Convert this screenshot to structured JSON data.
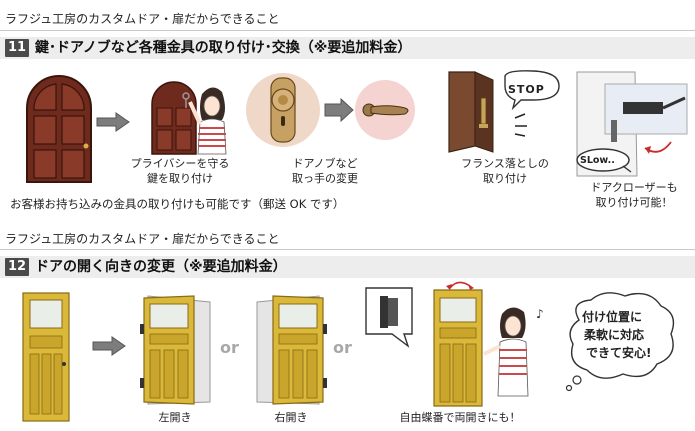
{
  "section1": {
    "kicker": "ラフジュ工房のカスタムドア・扉だからできること",
    "number": "11",
    "title": "鍵･ドアノブなど各種金具の取り付け･交換（※要追加料金）",
    "captions": {
      "privacy_line1": "プライバシーを守る",
      "privacy_line2": "鍵を取り付け",
      "knob_line1": "ドアノブなど",
      "knob_line2": "取っ手の変更",
      "flush_line1": "フランス落としの",
      "flush_line2": "取り付け",
      "closer_line1": "ドアクローザーも",
      "closer_line2": "取り付け可能！"
    },
    "stop_text": "STOP",
    "slow_text": "SLow..",
    "note": "お客様お持ち込みの金具の取り付けも可能です（郵送 OK です）"
  },
  "section2": {
    "kicker": "ラフジュ工房のカスタムドア・扉だからできること",
    "number": "12",
    "title": "ドアの開く向きの変更（※要追加料金）",
    "or1": "or",
    "or2": "or",
    "captions": {
      "left": "左開き",
      "right": "右開き",
      "both": "自由蝶番で両開きにも！"
    },
    "bubble_line1": "付け位置に",
    "bubble_line2": "柔軟に対応",
    "bubble_line3": "できて安心!"
  },
  "colors": {
    "mahogany": "#6e2a1c",
    "yellow_door": "#d9b83a",
    "dark_gray": "#4a4a4a",
    "knob_pink": "#f4d3d0"
  }
}
